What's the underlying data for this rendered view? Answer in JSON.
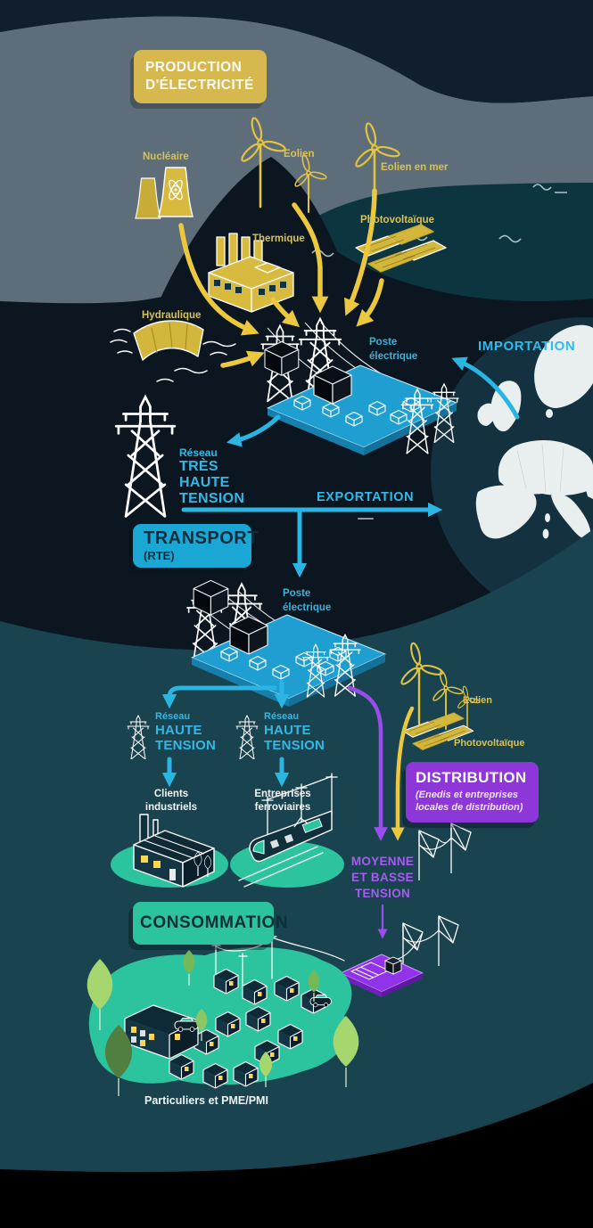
{
  "palette": {
    "background_black": "#000000",
    "navy_dark": "#0b1620",
    "navy_top_wave": "#101f2b",
    "slate_band": "#5d6d79",
    "sea_teal": "#0d3540",
    "lower_teal": "#1a4350",
    "map_circle": "#143140",
    "map_land": "#e9efee",
    "yellow_accent": "#e8c83d",
    "yellow_box": "#d6b84e",
    "cyan_accent": "#2ab5e2",
    "cyan_box": "#1ba7d4",
    "purple_accent": "#9a4ded",
    "purple_box": "#8d37d8",
    "teal_green": "#2cc49e",
    "line_art_white": "#ffffff"
  },
  "production": {
    "title": [
      "PRODUCTION",
      "D'ÉLECTRICITÉ"
    ],
    "labels": {
      "nucleaire": "Nucléaire",
      "eolien": "Eolien",
      "eolien_en_mer": "Eolien en mer",
      "photovoltaique": "Photovoltaïque",
      "thermique": "Thermique",
      "hydraulique": "Hydraulique"
    }
  },
  "grid": {
    "poste_electrique": [
      "Poste",
      "électrique"
    ],
    "importation": "IMPORTATION",
    "exportation": "EXPORTATION",
    "reseau": "Réseau",
    "tht": [
      "TRÈS",
      "HAUTE",
      "TENSION"
    ],
    "ht": [
      "HAUTE",
      "TENSION"
    ]
  },
  "transport": {
    "title": "TRANSPORT",
    "subtitle": "(RTE)"
  },
  "distribution": {
    "title": "DISTRIBUTION",
    "subtitle": "(Enedis et entreprises locales de distribution)",
    "labels": {
      "eolien": "Eolien",
      "photovoltaique": "Photovoltaïque"
    },
    "voltage": [
      "MOYENNE",
      "ET BASSE",
      "TENSION"
    ]
  },
  "consumption": {
    "title": "CONSOMMATION",
    "clients_industriels": [
      "Clients",
      "industriels"
    ],
    "entreprises_ferroviaires": [
      "Entreprises",
      "ferroviaires"
    ],
    "particuliers": "Particuliers et PME/PMI"
  }
}
